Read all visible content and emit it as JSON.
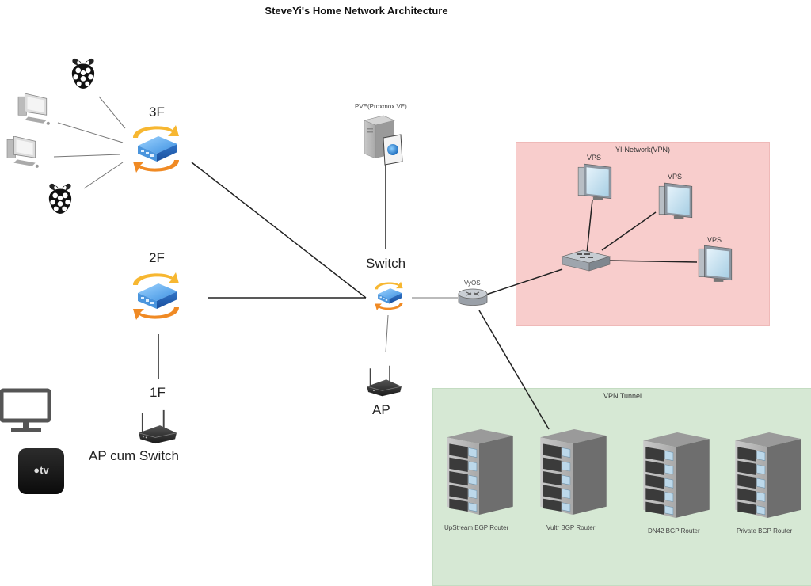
{
  "title": "SteveYi's Home Network Architecture",
  "groups": {
    "vpn": {
      "label": "YI-Network(VPN)",
      "color": "#f8cdcc"
    },
    "tunnel": {
      "label": "VPN Tunnel",
      "color": "#d6e8d4"
    }
  },
  "nodes": {
    "floor3": {
      "label": "3F",
      "type": "switch"
    },
    "floor2": {
      "label": "2F",
      "type": "switch"
    },
    "floor1": {
      "label": "1F",
      "type": "wireless-router"
    },
    "floor1_caption": "AP cum Switch",
    "pve": {
      "label": "PVE(Proxmox VE)",
      "type": "server"
    },
    "core_switch": {
      "label": "Switch",
      "type": "switch"
    },
    "ap": {
      "label": "AP",
      "type": "wireless-router"
    },
    "vyos": {
      "label": "VyOS",
      "type": "router"
    },
    "vpn_hub": {
      "label": "",
      "type": "hub"
    },
    "vps": [
      {
        "label": "VPS"
      },
      {
        "label": "VPS"
      },
      {
        "label": "VPS"
      }
    ],
    "bgp_routers": [
      {
        "label": "UpStream BGP Router"
      },
      {
        "label": "Vultr BGP Router"
      },
      {
        "label": "DN42 BGP Router"
      },
      {
        "label": "Private BGP Router"
      }
    ],
    "clients_3f": [
      {
        "type": "raspberry-pi"
      },
      {
        "type": "desktop-pc"
      },
      {
        "type": "desktop-pc"
      },
      {
        "type": "raspberry-pi"
      }
    ],
    "living_room": [
      {
        "type": "tv-monitor"
      },
      {
        "type": "apple-tv",
        "label": "tv"
      }
    ]
  },
  "links": [
    [
      "raspberry-pi-1",
      "floor3"
    ],
    [
      "desktop-pc-1",
      "floor3"
    ],
    [
      "desktop-pc-2",
      "floor3"
    ],
    [
      "raspberry-pi-2",
      "floor3"
    ],
    [
      "floor3",
      "core_switch"
    ],
    [
      "floor2",
      "core_switch"
    ],
    [
      "floor2",
      "floor1"
    ],
    [
      "pve",
      "core_switch"
    ],
    [
      "core_switch",
      "ap"
    ],
    [
      "core_switch",
      "vyos"
    ],
    [
      "vyos",
      "vpn_hub"
    ],
    [
      "vpn_hub",
      "vps-1"
    ],
    [
      "vpn_hub",
      "vps-2"
    ],
    [
      "vpn_hub",
      "vps-3"
    ],
    [
      "vyos",
      "vultr-bgp-router"
    ]
  ]
}
